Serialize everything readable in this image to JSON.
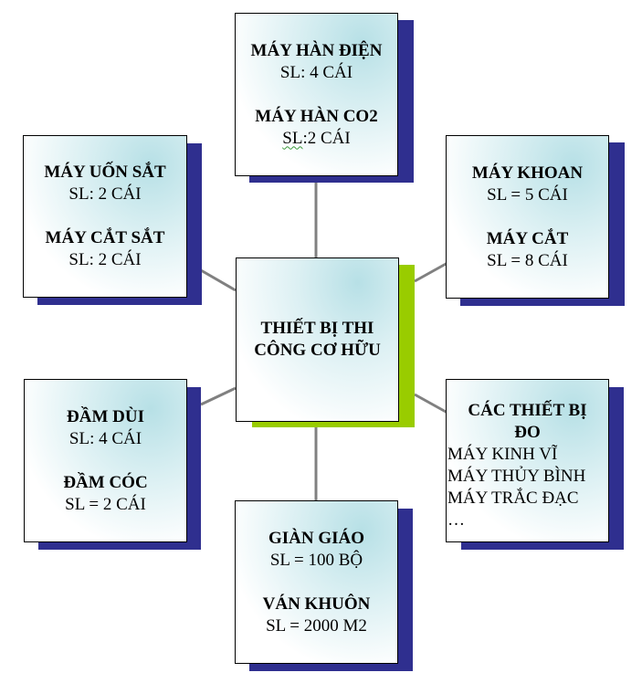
{
  "nodes": {
    "center": {
      "line1": "THIẾT  BỊ THI",
      "line2": "CÔNG CƠ HỮU"
    },
    "top": {
      "item1_name": "MÁY HÀN ĐIỆN",
      "item1_qty": "SL: 4 CÁI",
      "item2_name": "MÁY HÀN CO2",
      "item2_qty_prefix": "SL",
      "item2_qty_rest": ":2 CÁI"
    },
    "top_left": {
      "item1_name": "MÁY UỐN SẮT",
      "item1_qty": "SL: 2 CÁI",
      "item2_name": "MÁY CẮT SẮT",
      "item2_qty": "SL: 2 CÁI"
    },
    "top_right": {
      "item1_name": "MÁY KHOAN",
      "item1_qty": "SL = 5 CÁI",
      "item2_name": "MÁY CẮT",
      "item2_qty": "SL = 8 CÁI"
    },
    "bottom_left": {
      "item1_name": "ĐẦM DÙI",
      "item1_qty": "SL: 4 CÁI",
      "item2_name": "ĐẦM CÓC",
      "item2_qty": "SL = 2 CÁI"
    },
    "bottom_right": {
      "title1": "CÁC THIẾT  BỊ",
      "title2": "ĐO",
      "list": [
        "MÁY KINH VĨ",
        "MÁY THỦY BÌNH",
        "MÁY TRẮC ĐẠC",
        "…"
      ]
    },
    "bottom": {
      "item1_name": "GIÀN GIÁO",
      "item1_qty": "SL = 100 BỘ",
      "item2_name": "VÁN KHUÔN",
      "item2_qty": "SL = 2000 M2"
    }
  },
  "colors": {
    "shadow": "#2f2f8f",
    "center_shadow": "#99cc00",
    "connector": "#808080"
  }
}
